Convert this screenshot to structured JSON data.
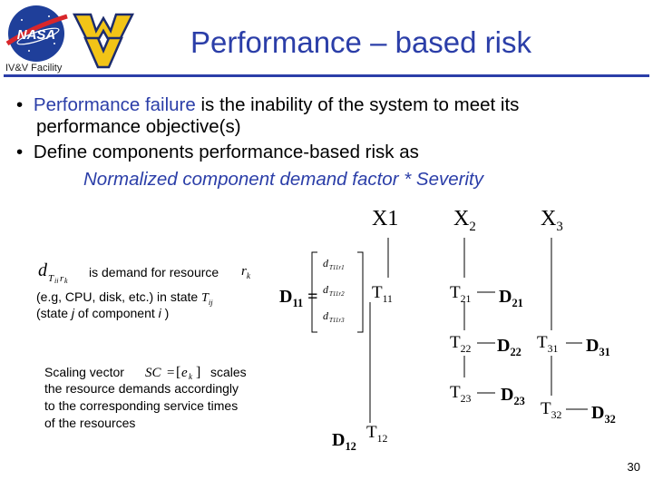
{
  "header": {
    "title": "Performance – based risk",
    "facility_label": "IV&V Facility",
    "nasa_logo_text": "NASA",
    "wvu_logo_text": "WV"
  },
  "bullets": [
    {
      "part1": "Performance failure",
      "part2": " is the inability of the system to meet its",
      "line2": "performance objective(s)"
    },
    {
      "text": "Define components performance-based risk as"
    }
  ],
  "formula": "Normalized component demand factor * Severity",
  "demand_note": {
    "line1": "is demand for resource",
    "line2_prefix": "(e.g, CPU, disk, etc.) in state",
    "line3_prefix": "(state",
    "line3_mid": " of component ",
    "line3_suffix": " )",
    "j": "j",
    "i": "i"
  },
  "scaling_note": {
    "line1_a": "Scaling vector",
    "line1_b": "scales",
    "line2": "the resource demands accordingly",
    "line3": "to the corresponding service times",
    "line4": "of the resources"
  },
  "diagram": {
    "columns": [
      "X1",
      "X2",
      "X3"
    ],
    "d11_label": "D11 =",
    "d11": "D11",
    "d21": "D21",
    "d22": "D22",
    "d23": "D23",
    "d31": "D31",
    "d32": "D32",
    "d12": "D12",
    "t11": "T11",
    "t21": "T21",
    "t22": "T22",
    "t23": "T23",
    "t31": "T31",
    "t32": "T32",
    "t12": "T12"
  },
  "page_number": "30",
  "colors": {
    "accent": "#2b3ea8",
    "wvu_gold": "#f2c417",
    "wvu_blue": "#1c2c6e"
  }
}
